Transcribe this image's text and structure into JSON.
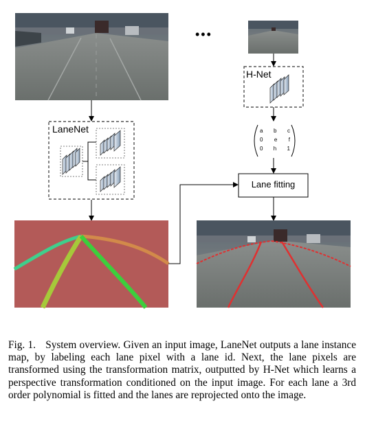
{
  "figure": {
    "lanenet_label": "LaneNet",
    "hnet_label": "H-Net",
    "lane_fitting_label": "Lane fitting",
    "ellipsis": "•••",
    "matrix": {
      "row1": [
        "a",
        "b",
        "c"
      ],
      "row2": [
        "0",
        "e",
        "f"
      ],
      "row3": [
        "0",
        "h",
        "1"
      ]
    }
  },
  "caption": {
    "fig_label": "Fig. 1.",
    "text": "System overview. Given an input image, LaneNet outputs a lane instance map, by labeling each lane pixel with a lane id. Next, the lane pixels are transformed using the transformation matrix, outputted by H-Net which learns a perspective transformation conditioned on the input image. For each lane a 3rd order polynomial is fitted and the lanes are reprojected onto the image."
  },
  "colors": {
    "instance_map_background": "#b35a58",
    "lane_teal": "#3fcf8c",
    "lane_yellow": "#a6c93a",
    "lane_green": "#3ccf3c",
    "lane_orange": "#d28a4a",
    "fitted_lane_red": "#e03030"
  }
}
